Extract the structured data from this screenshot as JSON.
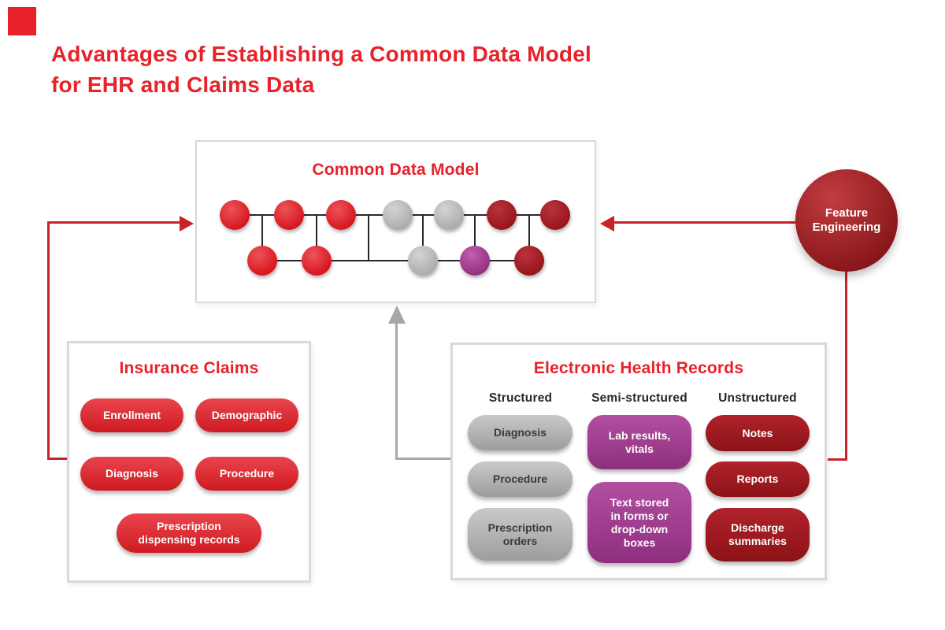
{
  "title": {
    "text": "Advantages of Establishing a Common Data Model\nfor EHR and Claims Data"
  },
  "colors": {
    "heading_red": "#e8222a",
    "arrow_red": "#c9232a",
    "arrow_gray": "#a7a7a7",
    "box_border": "#d9d9d9",
    "line_dark": "#2b2728",
    "header_dark": "#2b2627",
    "node_red_light": "#ec545b",
    "node_red": "#d8161e",
    "node_gray_light": "#d4d4d4",
    "node_gray": "#a9a9a9",
    "node_darkred_light": "#b9343a",
    "node_darkred": "#96141a",
    "node_purple_light": "#c05fae",
    "node_purple": "#93307f",
    "pill_red_light": "#e9454c",
    "pill_red_dark": "#cf1a22",
    "pill_gray_light": "#c9c9c9",
    "pill_gray_dark": "#9d9d9d",
    "pill_gray_text": "#3d393a",
    "pill_purple_light": "#b24fa0",
    "pill_purple_dark": "#8e2f7e",
    "pill_darkred_light": "#b0232a",
    "pill_darkred_dark": "#8c1217",
    "fe_light": "#c23d40",
    "fe_dark": "#7e1014"
  },
  "cdm": {
    "title": "Common Data Model",
    "top_nodes": [
      "red",
      "red",
      "red",
      "gray",
      "gray",
      "darkred",
      "darkred"
    ],
    "bottom_nodes": [
      "red",
      "red",
      "gray",
      "purple",
      "darkred"
    ]
  },
  "feature_engineering": {
    "label": "Feature\nEngineering"
  },
  "insurance": {
    "title": "Insurance Claims",
    "pills": [
      "Enrollment",
      "Demographic",
      "Diagnosis",
      "Procedure",
      "Prescription\ndispensing records"
    ]
  },
  "ehr": {
    "title": "Electronic Health Records",
    "columns": [
      {
        "header": "Structured",
        "pills": [
          "Diagnosis",
          "Procedure",
          "Prescription\norders"
        ]
      },
      {
        "header": "Semi-structured",
        "pills": [
          "Lab results,\nvitals",
          "Text stored\nin forms or\ndrop-down\nboxes"
        ]
      },
      {
        "header": "Unstructured",
        "pills": [
          "Notes",
          "Reports",
          "Discharge\nsummaries"
        ]
      }
    ]
  }
}
